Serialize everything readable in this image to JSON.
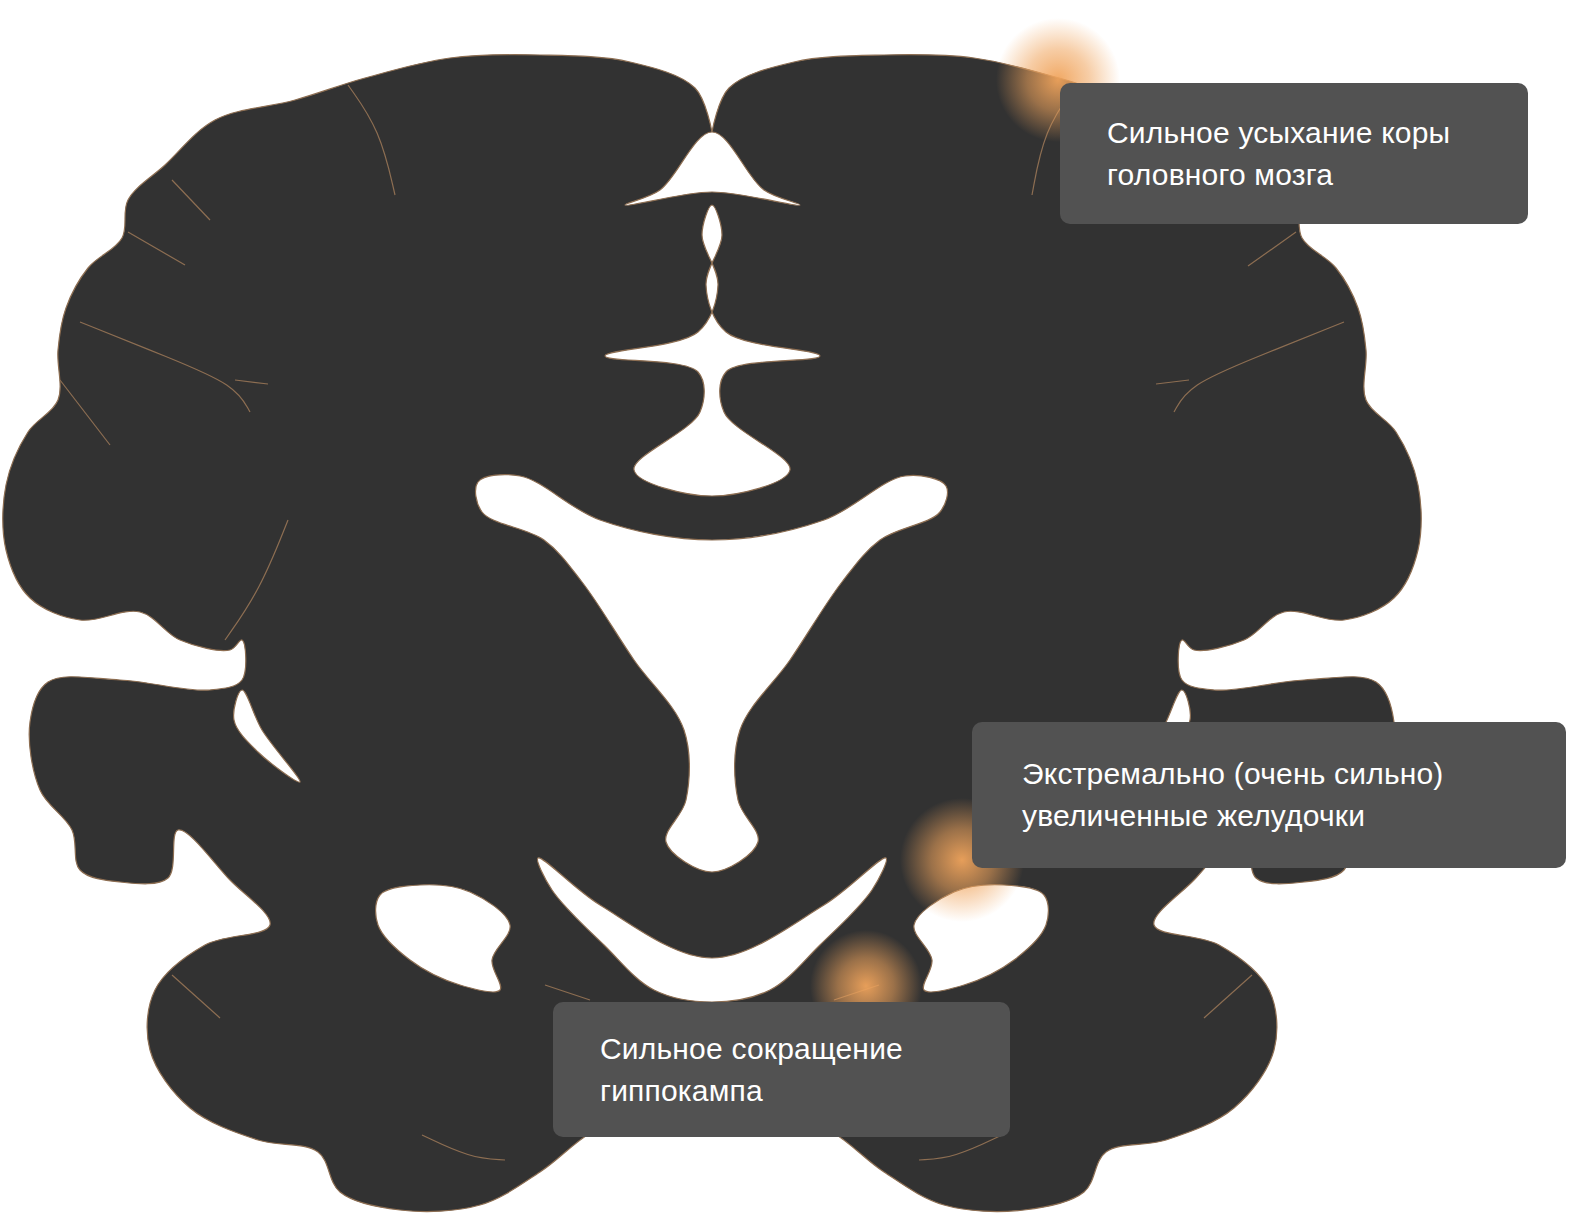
{
  "diagram": {
    "nodes": [
      {
        "text": [
          "Сильное усыхание коры головного мозга"
        ]
      },
      {
        "text": [
          "Экстремально (очень сильно) увеличенные желудочки"
        ]
      },
      {
        "text": [
          "Сильное сокращение гиппокампа"
        ]
      }
    ]
  }
}
